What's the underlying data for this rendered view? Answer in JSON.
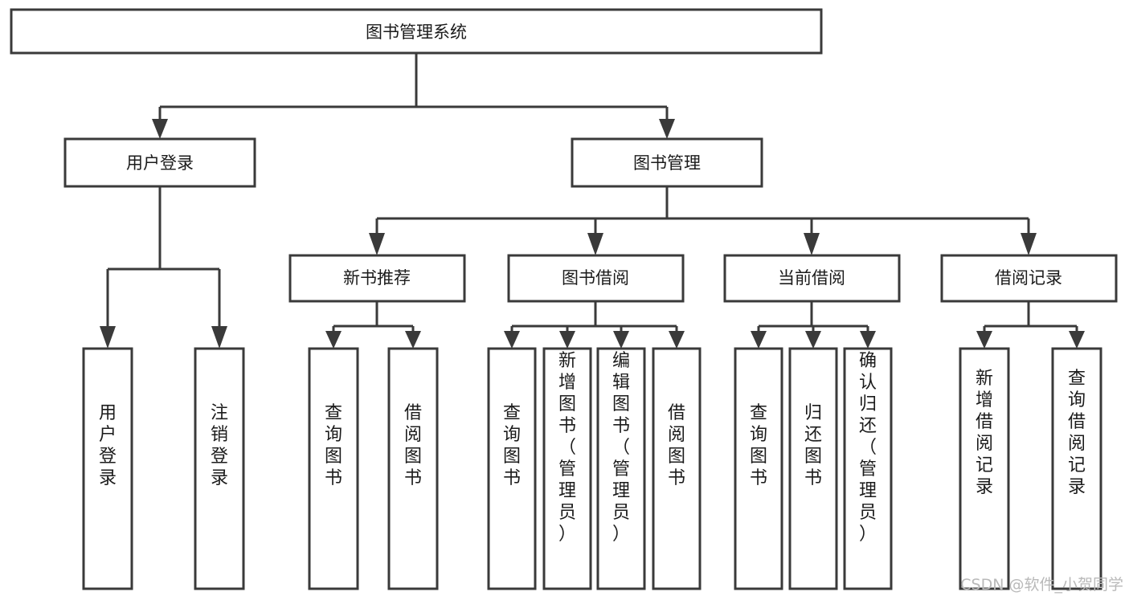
{
  "diagram": {
    "type": "hierarchy-tree",
    "title": "图书管理系统",
    "orientation": "top-down",
    "root": {
      "id": "root",
      "label": "图书管理系统",
      "text_direction": "horizontal"
    },
    "level2": [
      {
        "id": "user-login",
        "label": "用户登录",
        "text_direction": "horizontal"
      },
      {
        "id": "book-management",
        "label": "图书管理",
        "text_direction": "horizontal"
      }
    ],
    "level3": [
      {
        "id": "new-book-recommend",
        "label": "新书推荐",
        "parent": "book-management",
        "text_direction": "horizontal"
      },
      {
        "id": "book-borrow",
        "label": "图书借阅",
        "parent": "book-management",
        "text_direction": "horizontal"
      },
      {
        "id": "current-borrow",
        "label": "当前借阅",
        "parent": "book-management",
        "text_direction": "horizontal"
      },
      {
        "id": "borrow-record",
        "label": "借阅记录",
        "parent": "book-management",
        "text_direction": "horizontal"
      }
    ],
    "leaves": [
      {
        "id": "leaf-user-login",
        "label": "用户登录",
        "parent": "user-login",
        "text_direction": "vertical"
      },
      {
        "id": "leaf-logout",
        "label": "注销登录",
        "parent": "user-login",
        "text_direction": "vertical"
      },
      {
        "id": "leaf-query-book-1",
        "label": "查询图书",
        "parent": "new-book-recommend",
        "text_direction": "vertical"
      },
      {
        "id": "leaf-borrow-book-1",
        "label": "借阅图书",
        "parent": "new-book-recommend",
        "text_direction": "vertical"
      },
      {
        "id": "leaf-query-book-2",
        "label": "查询图书",
        "parent": "book-borrow",
        "text_direction": "vertical"
      },
      {
        "id": "leaf-add-book",
        "label": "新增图书（管理员）",
        "parent": "book-borrow",
        "text_direction": "vertical"
      },
      {
        "id": "leaf-edit-book",
        "label": "编辑图书（管理员）",
        "parent": "book-borrow",
        "text_direction": "vertical"
      },
      {
        "id": "leaf-borrow-book-2",
        "label": "借阅图书",
        "parent": "book-borrow",
        "text_direction": "vertical"
      },
      {
        "id": "leaf-query-book-3",
        "label": "查询图书",
        "parent": "current-borrow",
        "text_direction": "vertical"
      },
      {
        "id": "leaf-return-book",
        "label": "归还图书",
        "parent": "current-borrow",
        "text_direction": "vertical"
      },
      {
        "id": "leaf-confirm-return",
        "label": "确认归还（管理员）",
        "parent": "current-borrow",
        "text_direction": "vertical"
      },
      {
        "id": "leaf-add-record",
        "label": "新增借阅记录",
        "parent": "borrow-record",
        "text_direction": "vertical"
      },
      {
        "id": "leaf-query-record",
        "label": "查询借阅记录",
        "parent": "borrow-record",
        "text_direction": "vertical"
      }
    ]
  },
  "watermark": {
    "text": "CSDN @软件_小贺同学"
  },
  "colors": {
    "box_stroke": "#3a3a3a",
    "box_fill": "#ffffff",
    "text": "#1b1b1b",
    "background": "#ffffff",
    "watermark": "#b9b9b9"
  }
}
